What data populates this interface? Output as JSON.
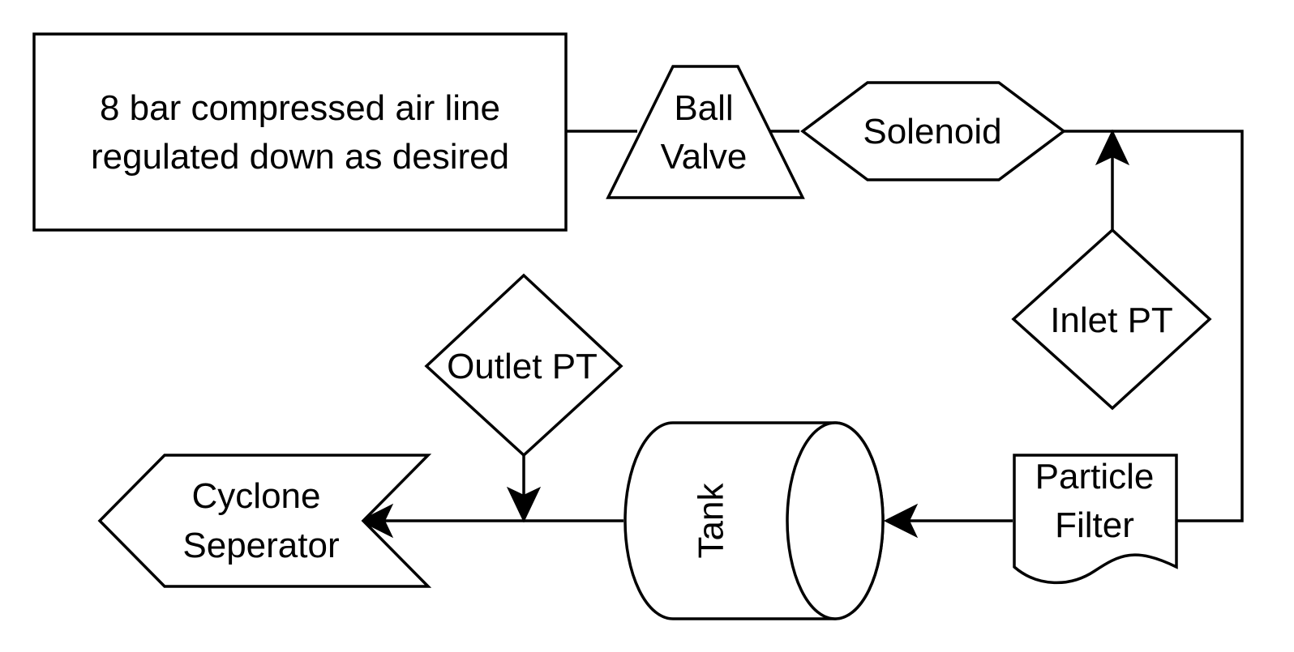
{
  "diagram": {
    "air_source": {
      "line1": "8 bar compressed air line",
      "line2": "regulated down as desired"
    },
    "ball_valve": {
      "line1": "Ball",
      "line2": "Valve"
    },
    "solenoid": {
      "label": "Solenoid"
    },
    "inlet_pt": {
      "label": "Inlet PT"
    },
    "outlet_pt": {
      "label": "Outlet PT"
    },
    "particle_filter": {
      "line1": "Particle",
      "line2": "Filter"
    },
    "tank": {
      "label": "Tank"
    },
    "cyclone": {
      "line1": "Cyclone",
      "line2": "Seperator"
    },
    "colors": {
      "stroke": "#000000",
      "fill": "#ffffff"
    }
  }
}
